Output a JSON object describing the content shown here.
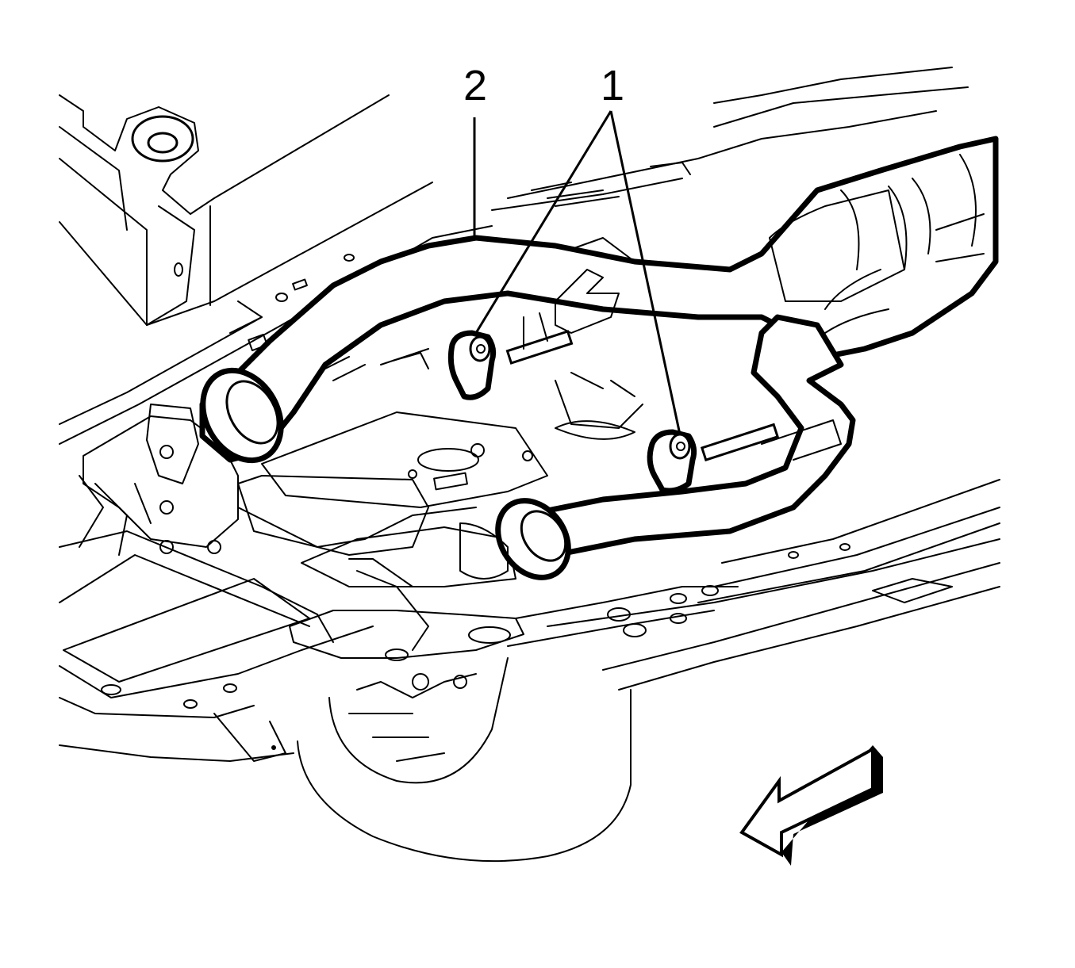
{
  "callouts": [
    {
      "id": "2",
      "label": "2"
    },
    {
      "id": "1",
      "label": "1"
    }
  ],
  "colors": {
    "line": "#000000",
    "background": "#ffffff"
  },
  "icons": [
    "direction-arrow-icon"
  ]
}
